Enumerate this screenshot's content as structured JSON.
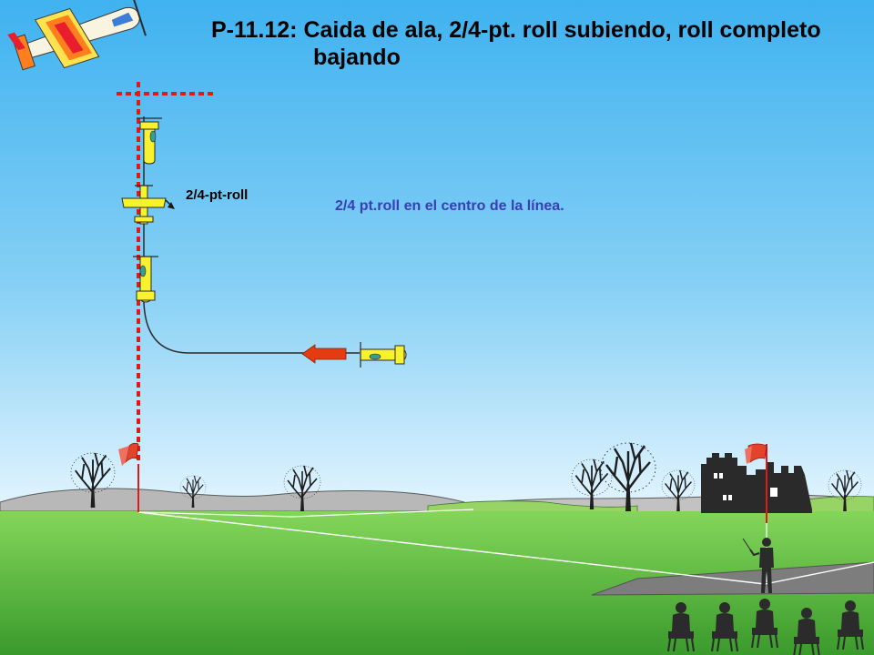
{
  "title": {
    "line1": "P-11.12: Caida de ala, 2/4-pt. roll subiendo, roll completo",
    "line2": "bajando"
  },
  "labels": {
    "roll_point": "2/4-pt-roll",
    "note": "2/4 pt.roll en el centro de la línea."
  },
  "colors": {
    "sky_top": "#3fb2f0",
    "sky_bottom": "#dff4ff",
    "grass_top": "#7ed257",
    "grass_bottom": "#3c9d2e",
    "hills": "#b5b5b5",
    "runway": "#7a7a7a",
    "frame_line": "#e01a1a",
    "plane_yellow": "#f7f22d",
    "arrow_red": "#e53b10",
    "note_text": "#3b3db6"
  },
  "icons": {
    "logo": "aerobatic-plane-logo",
    "plane": "plane-icon",
    "arrow": "flight-direction-arrow-icon",
    "flag": "flag-icon",
    "tree": "tree-icon",
    "castle": "castle-icon",
    "pilot": "pilot-icon",
    "judge": "judge-icon"
  }
}
